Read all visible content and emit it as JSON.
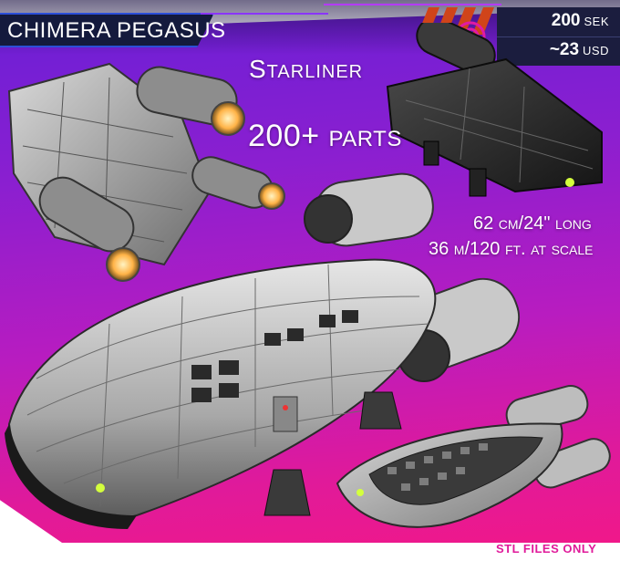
{
  "product": {
    "title": "Chimera Pegasus",
    "subtitle": "Starliner",
    "parts": "200+ parts",
    "length": "62 cm/24\" long",
    "scale": "36 m/120 ft. at scale",
    "note": "STL files only"
  },
  "price": {
    "primary_value": "200",
    "primary_unit": "SEK",
    "secondary_value": "~23",
    "secondary_unit": "USD"
  },
  "colors": {
    "gradient_top": "#6a1fd6",
    "gradient_bottom": "#f0188a",
    "banner": "#141a3d",
    "banner_border": "#2c4fd8",
    "accent_pink": "#e01a9a",
    "engine_glow": "#ffb347"
  },
  "icons": {
    "target": "target-icon",
    "stripes": "hazard-stripes"
  }
}
